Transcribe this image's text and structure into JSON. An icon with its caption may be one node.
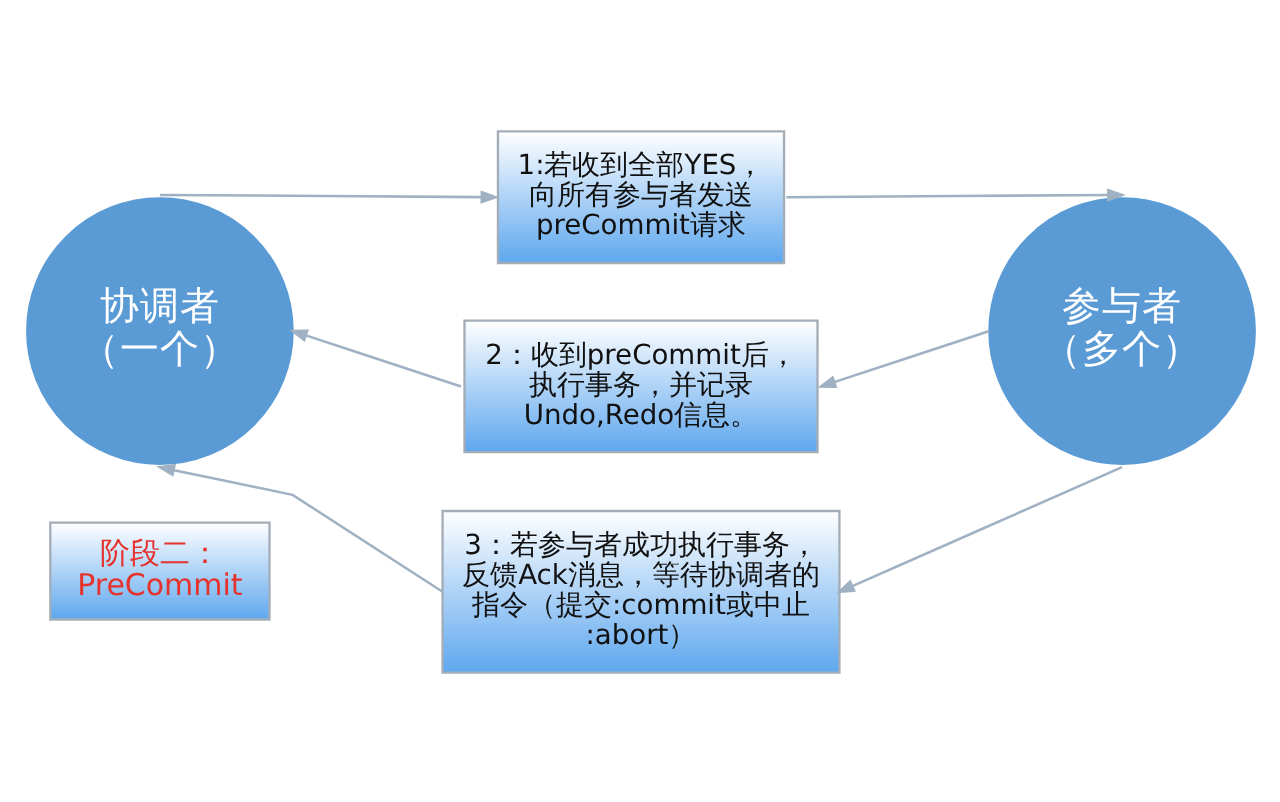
{
  "diagram": {
    "nodes": [
      {
        "text": [
          "阶段二：PreCommit"
        ]
      },
      {
        "text": [
          "1:若收到全部YES，向所有参与者发送preCommit请求"
        ]
      },
      {
        "text": [
          "协调者（一个）"
        ]
      },
      {
        "text": [
          "2：收到preCommit后，执行事务，并记录Undo,Redo信息。"
        ]
      },
      {
        "text": [
          "参与者（多个）"
        ]
      },
      {
        "text": [
          "3：若参与者成功执行事务，反馈Ack消息，等待协调者的指令（提交:commit或中止:abort）"
        ]
      }
    ],
    "edges": [
      {
        "from": 2,
        "to": 1,
        "arrow": "to"
      },
      {
        "from": 1,
        "to": 4,
        "arrow": "to"
      },
      {
        "from": 4,
        "to": 3,
        "arrow": "to"
      },
      {
        "from": 3,
        "to": 2,
        "arrow": "to"
      },
      {
        "from": 4,
        "to": 5,
        "arrow": "to"
      },
      {
        "from": 5,
        "to": 2,
        "arrow": "to"
      }
    ]
  }
}
